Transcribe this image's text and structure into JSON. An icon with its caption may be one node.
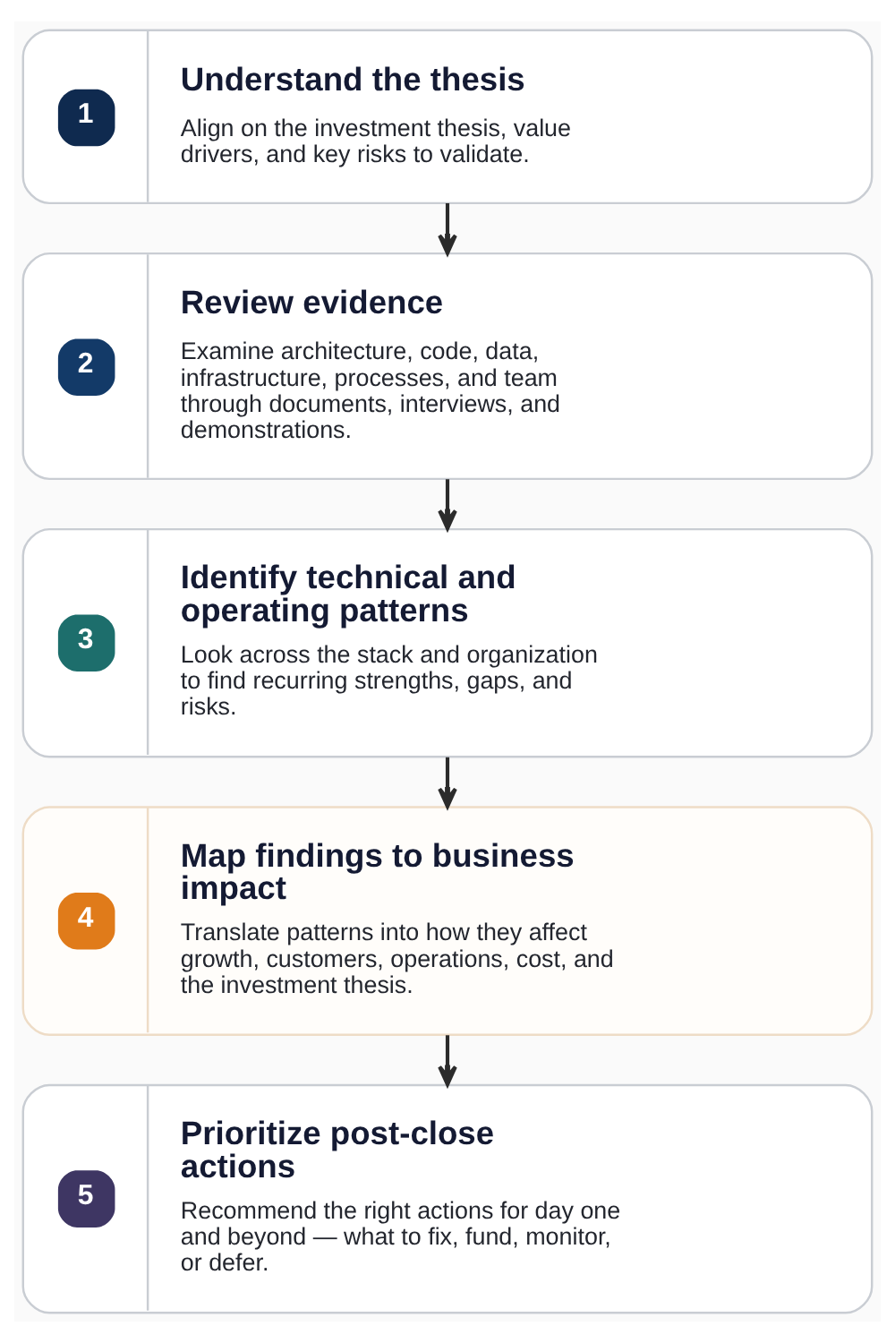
{
  "diagram": {
    "nodes": [
      {
        "text": [
          "1",
          "Understand the thesis",
          "Align on the investment thesis, value drivers, and key risks to validate."
        ]
      },
      {
        "text": [
          "2",
          "Review evidence",
          "Examine architecture, code, data, infrastructure, processes, and team through documents, interviews, and demonstrations."
        ]
      },
      {
        "text": [
          "3",
          "Identify technical and operating patterns",
          "Look across the stack and organization to find recurring strengths, gaps, and risks."
        ]
      },
      {
        "text": [
          "4",
          "Map findings to business impact",
          "Translate patterns into how they affect growth, customers, operations, cost, and the investment thesis."
        ]
      },
      {
        "text": [
          "5",
          "Prioritize post-close actions",
          "Recommend the right actions for day one and beyond — what to fix, fund, monitor, or defer."
        ]
      }
    ],
    "edges": [
      {
        "from": 0,
        "to": 1,
        "arrow": "to"
      },
      {
        "from": 1,
        "to": 2,
        "arrow": "to"
      },
      {
        "from": 2,
        "to": 3,
        "arrow": "to"
      },
      {
        "from": 3,
        "to": 4,
        "arrow": "to"
      }
    ]
  }
}
